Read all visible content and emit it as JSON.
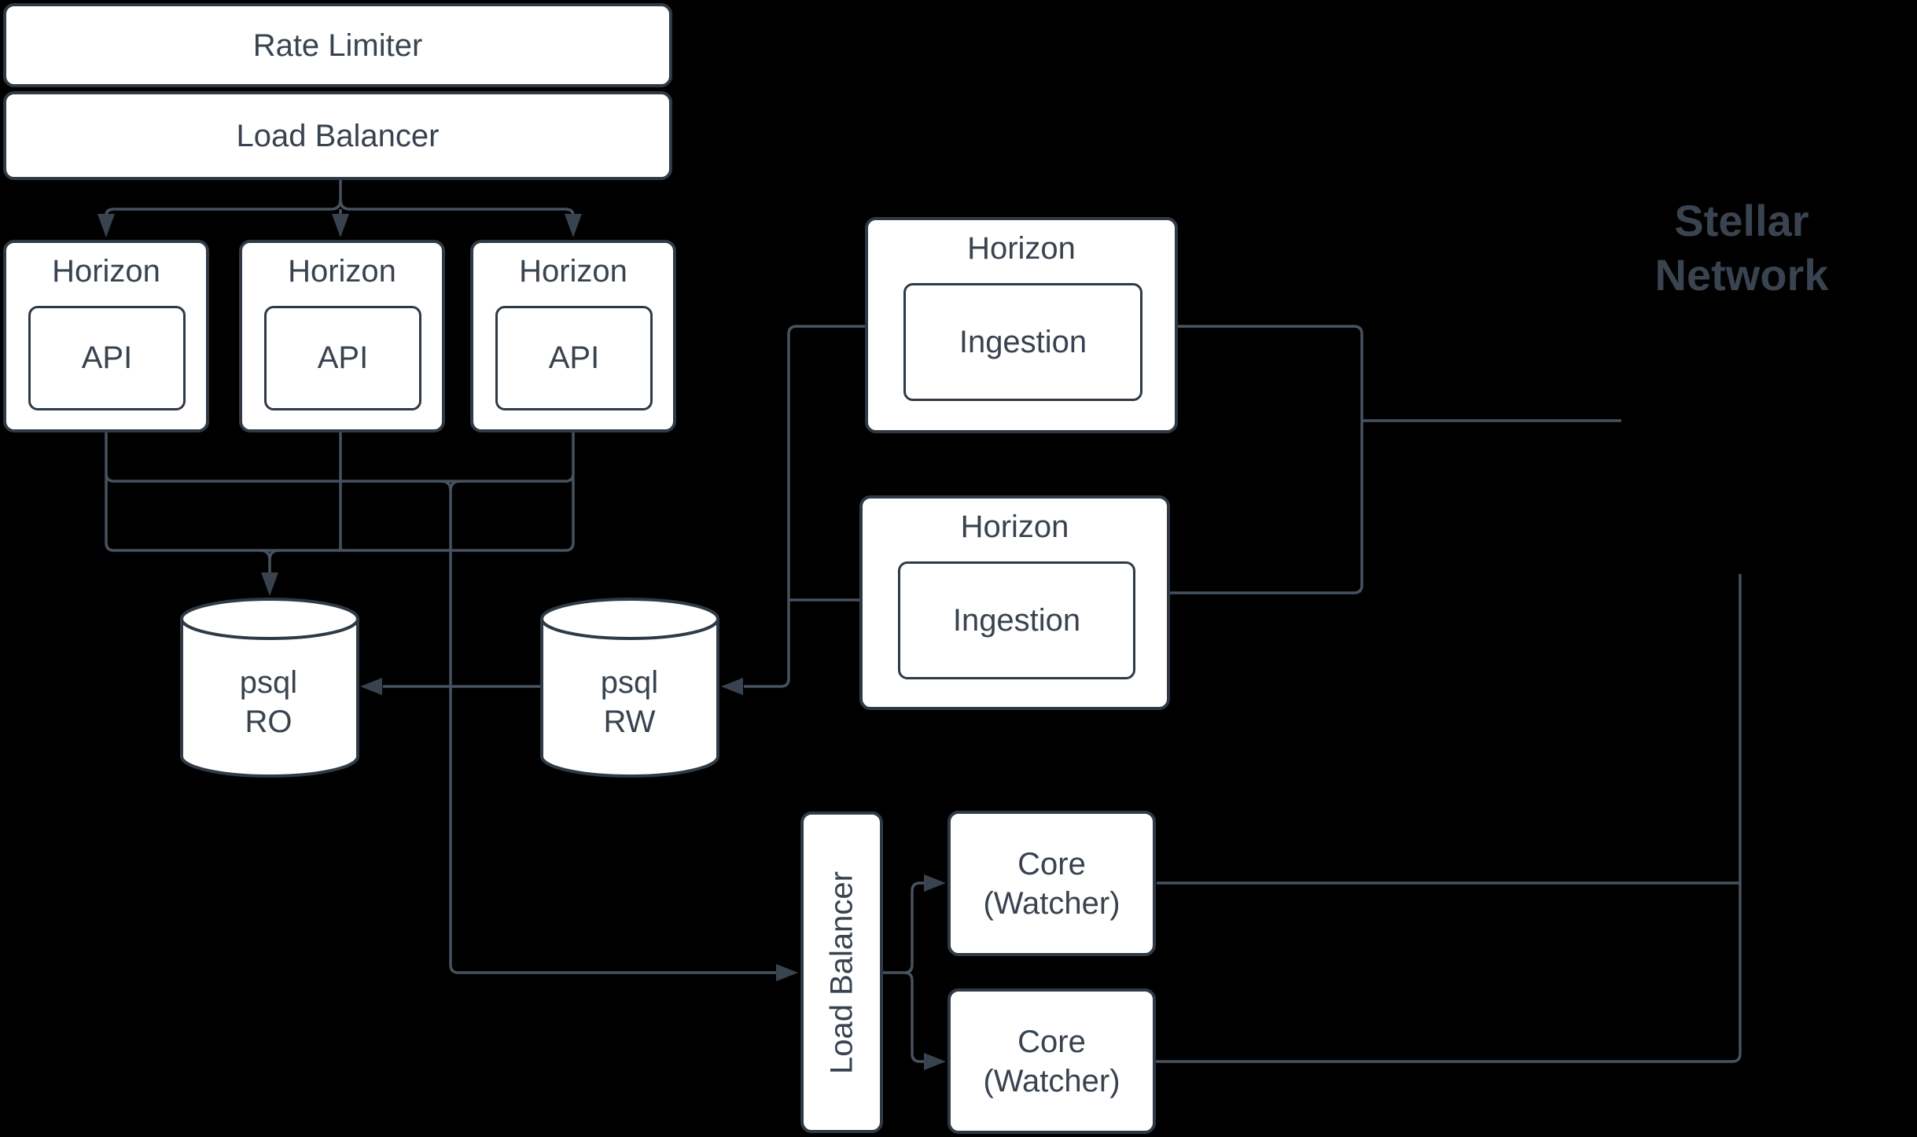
{
  "colors": {
    "background": "#000000",
    "node_fill": "#ffffff",
    "node_border": "#2f3a45",
    "connector": "#47525f",
    "arrowhead": "#39434f",
    "label_text": "#39434f",
    "annotation_text": "#3a4450"
  },
  "annotation": {
    "line1": "Stellar",
    "line2": "Network"
  },
  "nodes": {
    "rate_limiter": {
      "label": "Rate Limiter"
    },
    "load_balancer_top": {
      "label": "Load Balancer"
    },
    "horizon_api_1": {
      "title": "Horizon",
      "child": "API"
    },
    "horizon_api_2": {
      "title": "Horizon",
      "child": "API"
    },
    "horizon_api_3": {
      "title": "Horizon",
      "child": "API"
    },
    "horizon_ingestion_1": {
      "title": "Horizon",
      "child": "Ingestion"
    },
    "horizon_ingestion_2": {
      "title": "Horizon",
      "child": "Ingestion"
    },
    "psql_ro": {
      "line1": "psql",
      "line2": "RO"
    },
    "psql_rw": {
      "line1": "psql",
      "line2": "RW"
    },
    "load_balancer_core": {
      "label": "Load Balancer"
    },
    "core_watcher_1": {
      "line1": "Core",
      "line2": "(Watcher)"
    },
    "core_watcher_2": {
      "line1": "Core",
      "line2": "(Watcher)"
    }
  },
  "edges": [
    {
      "from": "Load Balancer",
      "to": "Horizon API (x3)",
      "style": "arrow"
    },
    {
      "from": "Horizon API (x3)",
      "to": "psql RO",
      "style": "arrow"
    },
    {
      "from": "Horizon API",
      "to": "Load Balancer (Core)",
      "style": "arrow"
    },
    {
      "from": "psql RW",
      "to": "psql RO",
      "style": "arrow"
    },
    {
      "from": "Horizon Ingestion (x2)",
      "to": "psql RW",
      "style": "arrow"
    },
    {
      "from": "Horizon Ingestion (x2)",
      "to": "Stellar Network",
      "style": "open line"
    },
    {
      "from": "Load Balancer (Core)",
      "to": "Core (Watcher) (x2)",
      "style": "arrow"
    },
    {
      "from": "Core (Watcher) (x2)",
      "to": "Stellar Network",
      "style": "open line"
    }
  ]
}
